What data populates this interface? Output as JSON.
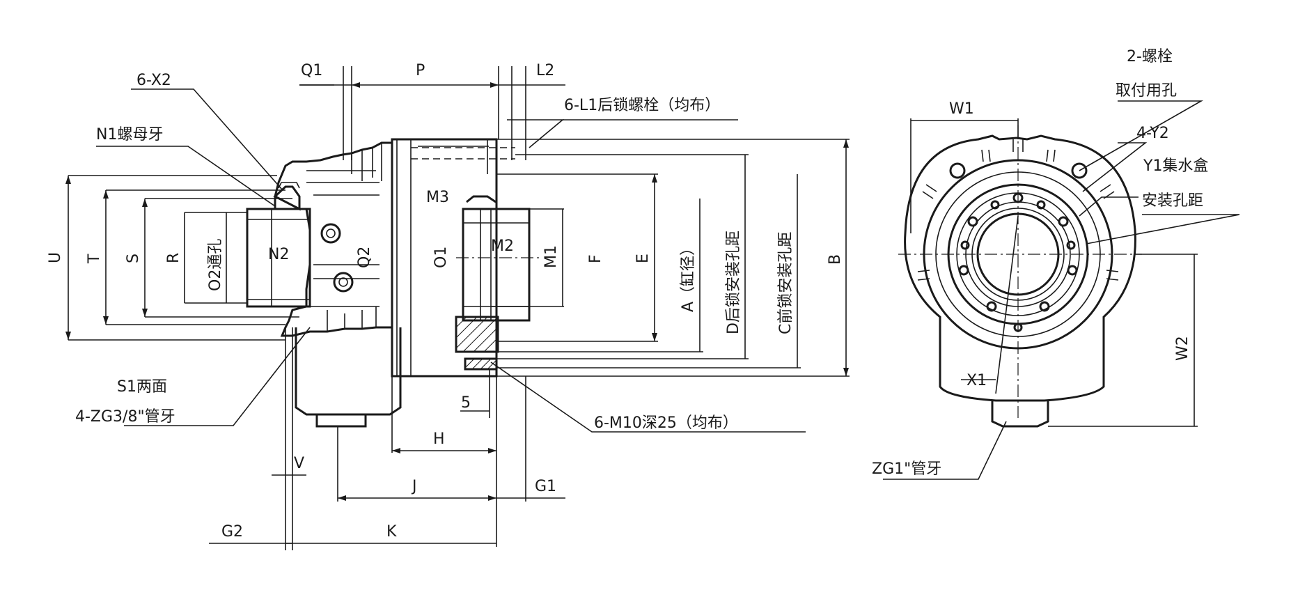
{
  "colors": {
    "ink": "#1a1a1a",
    "background": "#ffffff"
  },
  "left_view": {
    "top_labels": {
      "q1": "Q1",
      "p": "P",
      "l2": "L2"
    },
    "callouts": {
      "x2": "6-X2",
      "n1": "N1螺母牙",
      "l1": "6-L1后锁螺栓（均布）",
      "s1": "S1两面",
      "zg38": "4-ZG3/8\"管牙",
      "m10": "6-M10深25（均布）"
    },
    "left_dims": {
      "u": "U",
      "t": "T",
      "s": "S",
      "r": "R",
      "o2": "O2通孔"
    },
    "inner_dims": {
      "n2": "N2",
      "q2": "Q2",
      "m3": "M3",
      "o1": "O1",
      "m2": "M2",
      "m1": "M1",
      "f": "F",
      "e": "E"
    },
    "right_dims": {
      "a": "A（缸径）",
      "d": "D后锁安装孔距",
      "c": "C前锁安装孔距",
      "b": "B"
    },
    "bottom_dims": {
      "five": "5",
      "h": "H",
      "v": "V",
      "j": "J",
      "g1": "G1",
      "g2": "G2",
      "k": "K"
    }
  },
  "right_view": {
    "labels": {
      "w1": "W1",
      "bolt2": "2-螺栓",
      "bolt_hole": "取付用孔",
      "y2": "4-Y2",
      "y1": "Y1集水盒",
      "pitch": "安装孔距",
      "w2": "W2",
      "x1": "X1",
      "zg1": "ZG1\"管牙"
    }
  }
}
